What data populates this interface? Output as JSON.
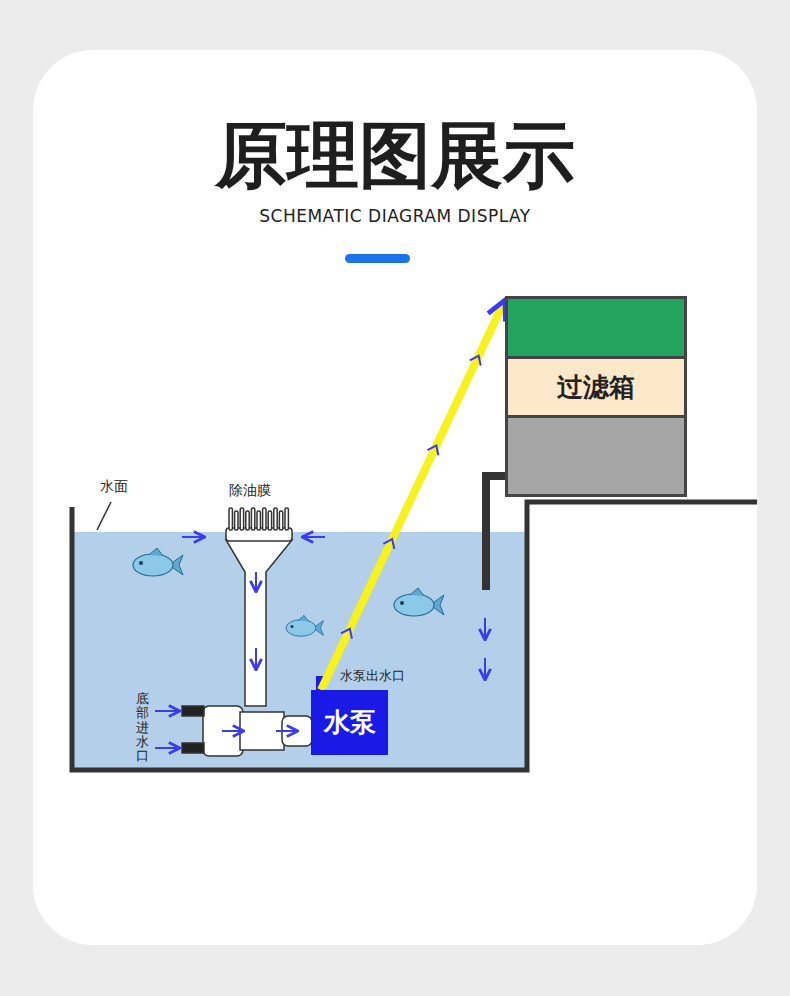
{
  "diagram": {
    "title": "原理图展示",
    "nodes": [
      {
        "text": [
          "过滤箱"
        ]
      },
      {
        "text": [
          "水泵"
        ]
      }
    ],
    "edges": [
      {
        "from": 1,
        "to": 0,
        "arrow": "to"
      }
    ],
    "labels": [
      "SCHEMATIC DIAGRAM DISPLAY",
      "水面",
      "除油膜",
      "水泵出水口",
      "底部进水口"
    ]
  }
}
